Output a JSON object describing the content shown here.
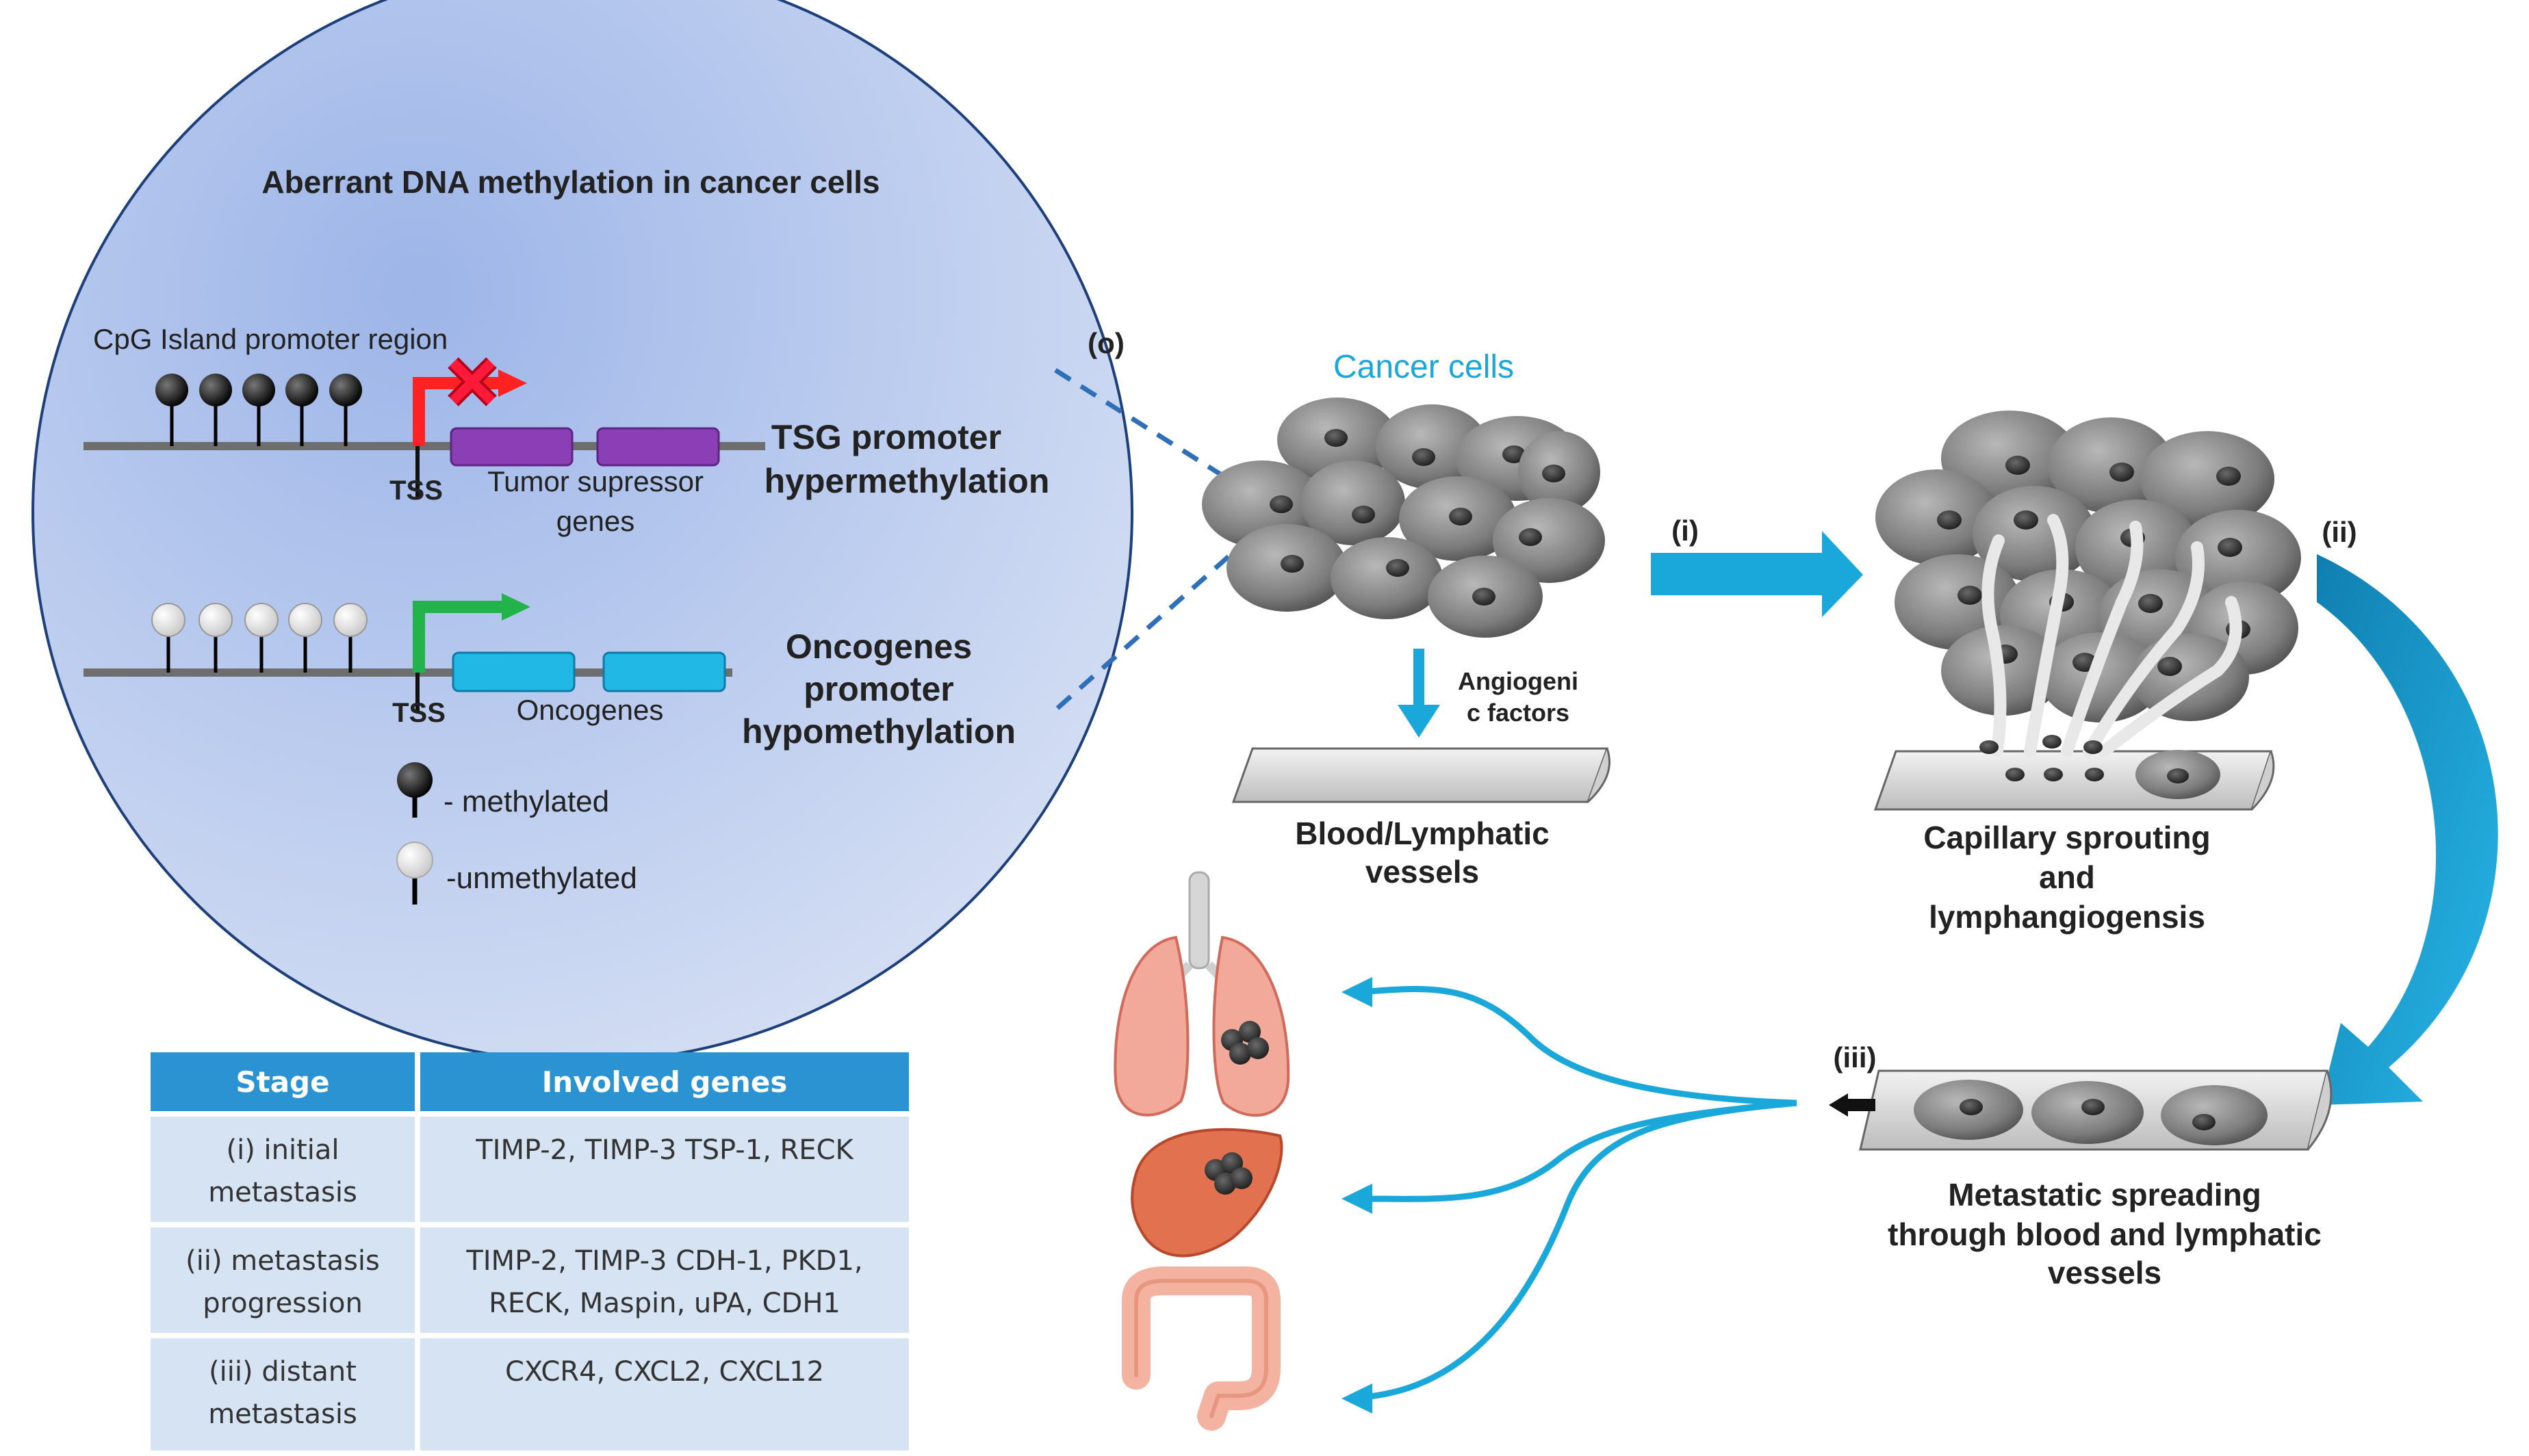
{
  "circle": {
    "title": "Aberrant DNA methylation in cancer cells",
    "cpg_label": "CpG Island promoter region",
    "tss_label": "TSS",
    "tsg_genes_label_line1": "Tumor supressor",
    "tsg_genes_label_line2": "genes",
    "tsg_line1": "TSG promoter",
    "tsg_line2": "hypermethylation",
    "onco_genes_label": "Oncogenes",
    "onco_line1": "Oncogenes",
    "onco_line2": "promoter",
    "onco_line3": "hypomethylation",
    "legend_methylated": "- methylated",
    "legend_unmethylated": "-unmethylated"
  },
  "labels": {
    "step_o": "(o)",
    "step_i": "(i)",
    "step_ii": "(ii)",
    "step_iii": "(iii)",
    "cancer_cells": "Cancer cells",
    "angio_line1": "Angiogeni",
    "angio_line2": "c factors",
    "vessels_line1": "Blood/Lymphatic",
    "vessels_line2": "vessels",
    "capillary_line1": "Capillary sprouting",
    "capillary_line2": "and",
    "capillary_line3": "lymphangiogensis",
    "meta_line1": "Metastatic spreading",
    "meta_line2": "through blood and lymphatic",
    "meta_line3": "vessels"
  },
  "table": {
    "headers": [
      "Stage",
      "Involved genes"
    ],
    "rows": [
      {
        "stage_line1": "(i) initial",
        "stage_line2": "metastasis",
        "genes_line1": "TIMP-2, TIMP-3 TSP-1, RECK",
        "genes_line2": ""
      },
      {
        "stage_line1": "(ii) metastasis",
        "stage_line2": "progression",
        "genes_line1": "TIMP-2, TIMP-3 CDH-1, PKD1,",
        "genes_line2": "RECK, Maspin, uPA, CDH1"
      },
      {
        "stage_line1": "(iii) distant",
        "stage_line2": "metastasis",
        "genes_line1": "CXCR4, CXCL2, CXCL12",
        "genes_line2": ""
      }
    ]
  },
  "colors": {
    "circle_fill": "#b4c6ee",
    "cyan_accent": "#1aa7d9",
    "tsg_gene": "#8a3fb5",
    "oncogene": "#22b8e6",
    "tss_red": "#ff2222",
    "tss_green": "#22b34a",
    "table_header": "#2b93d1",
    "table_cell": "#d5e3f2"
  }
}
